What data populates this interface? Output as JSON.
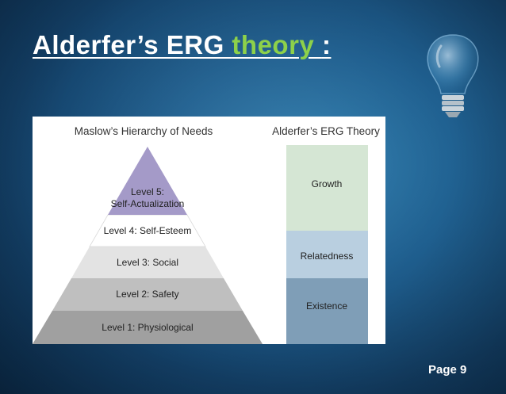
{
  "title": {
    "part1": "Alderfer’s ERG ",
    "accent": "theory ",
    "part2": ":"
  },
  "diagram": {
    "left_heading": "Maslow’s Hierarchy of Needs",
    "right_heading": "Alderfer’s ERG Theory",
    "levels": {
      "l5_line1": "Level 5:",
      "l5_line2": "Self-Actualization",
      "l4": "Level 4: Self-Esteem",
      "l3": "Level 3: Social",
      "l2": "Level 2: Safety",
      "l1": "Level 1: Physiological"
    },
    "erg": {
      "growth": "Growth",
      "relatedness": "Relatedness",
      "existence": "Existence"
    },
    "colors": {
      "level5": "#a49ac8",
      "level4": "#ffffff",
      "level3": "#e3e3e3",
      "level2": "#bfbfbf",
      "level1": "#a0a0a0",
      "growth": "#d5e6d4",
      "relatedness": "#b9cfe0",
      "existence": "#7f9eb7"
    }
  },
  "footer": {
    "page": "Page 9"
  },
  "icons": {
    "bulb": "lightbulb-icon"
  }
}
